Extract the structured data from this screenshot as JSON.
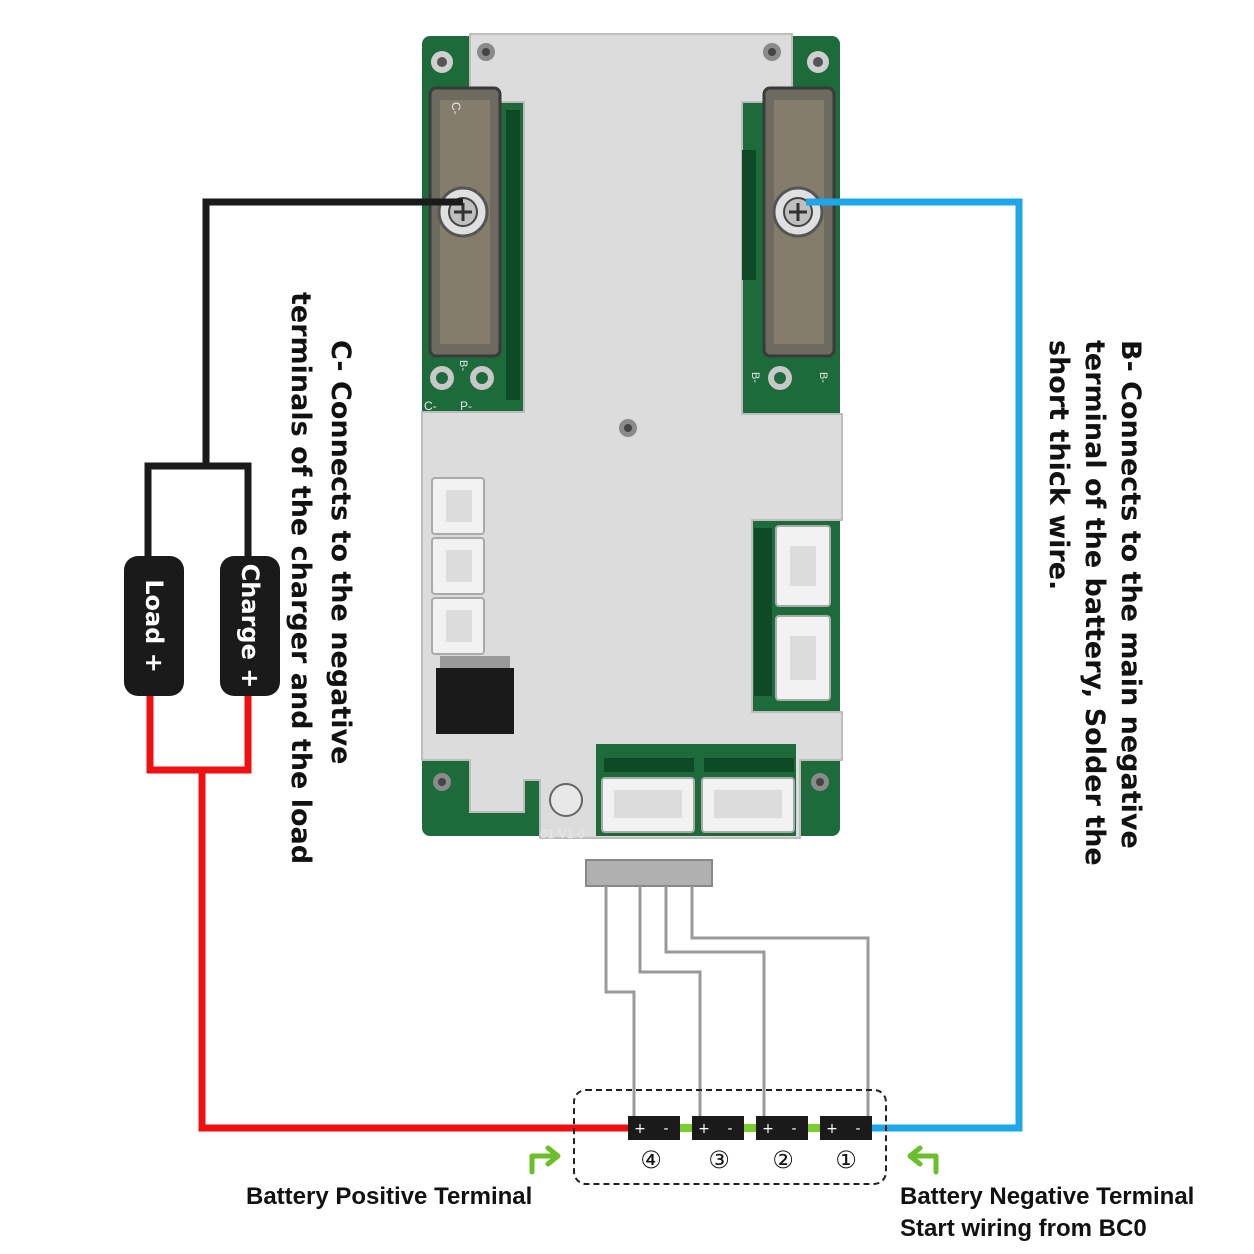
{
  "annotations": {
    "c_minus": {
      "line1": "C- Connects to the negative",
      "line2": "terminals of the charger and the load"
    },
    "b_minus": {
      "line1": "B- Connects to the main negative",
      "line2": "terminal of the battery, Solder the",
      "line3": "short thick wire."
    }
  },
  "connectors": {
    "load": "Load +",
    "charge": "Charge +"
  },
  "board": {
    "pad_c_top": "C-",
    "pad_c_bottom": "C-",
    "pad_p": "P-",
    "pad_b1": "B-",
    "pad_b2": "B-",
    "pad_b3": "B-",
    "version": "01 V1.0"
  },
  "cells": {
    "labels": [
      "④",
      "③",
      "②",
      "①"
    ],
    "plus": "+",
    "minus": "-"
  },
  "captions": {
    "positive": "Battery Positive Terminal",
    "negative_line1": "Battery Negative Terminal",
    "negative_line2": "Start wiring from BC0"
  },
  "colors": {
    "positive_wire": "#ee1111",
    "negative_wire": "#1ea6e8",
    "c_wire": "#1a1a1a",
    "pcb_green": "#1d6b3a",
    "heatsink": "#d9d9d9",
    "arrow_green": "#6abf2a",
    "balance_wire": "#9a9a9a"
  }
}
